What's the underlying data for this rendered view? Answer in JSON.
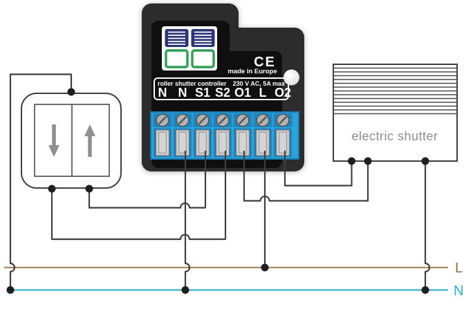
{
  "device": {
    "label": "roller shutter controller",
    "rating": "230 V AC, 5A max",
    "terminals": [
      "N",
      "N",
      "S1",
      "S2",
      "O1",
      "L",
      "O2"
    ],
    "ce_mark": "CE",
    "origin": "made in Europe"
  },
  "wall_switch": {
    "down_icon": "↓",
    "up_icon": "↑"
  },
  "shutter": {
    "label": "electric shutter"
  },
  "power": {
    "live": "L",
    "neutral": "N"
  },
  "colors": {
    "wire": "#3f3f3f",
    "live": "#a98a66",
    "live_text": "#8a6f52",
    "neutral": "#4cb9d7",
    "neutral_text": "#2fa9d8",
    "dot": "#1f1f1f",
    "device_body": "#2c2c2c",
    "device_panel": "#0f0f0f",
    "terminal_block": "#2aa3dc",
    "terminal_plate": "#1d86c0",
    "terminal_recess": "#1878b2",
    "logo_navy": "#2b3475",
    "logo_green": "#2f9e54",
    "arrow_gray": "#8f8f8f",
    "shutter_text": "#8e8e8e"
  }
}
